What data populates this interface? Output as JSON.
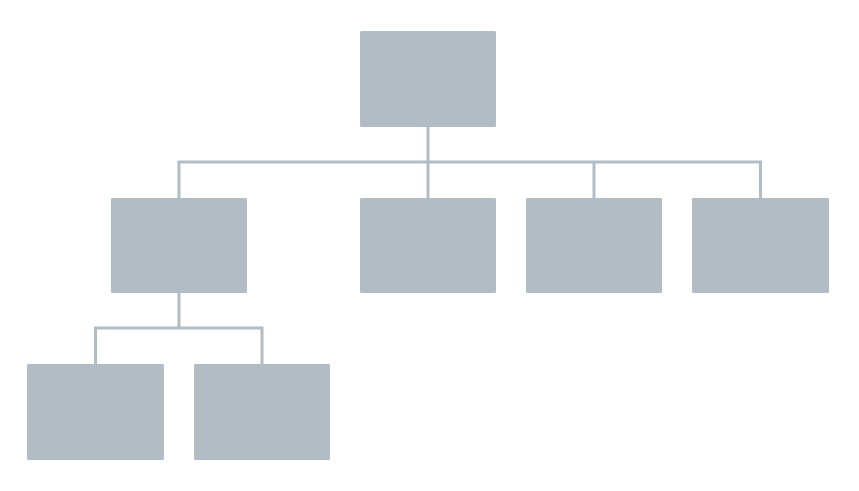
{
  "diagram": {
    "type": "org-chart",
    "colors": {
      "box": "#b1bcc5",
      "connector": "#b1bcc5",
      "background": "#ffffff"
    },
    "nodes": [
      {
        "id": "root",
        "parent": null,
        "label": ""
      },
      {
        "id": "child-1",
        "parent": "root",
        "label": ""
      },
      {
        "id": "child-2",
        "parent": "root",
        "label": ""
      },
      {
        "id": "child-3",
        "parent": "root",
        "label": ""
      },
      {
        "id": "child-4",
        "parent": "root",
        "label": ""
      },
      {
        "id": "grandchild-1",
        "parent": "child-1",
        "label": ""
      },
      {
        "id": "grandchild-2",
        "parent": "child-1",
        "label": ""
      }
    ]
  }
}
